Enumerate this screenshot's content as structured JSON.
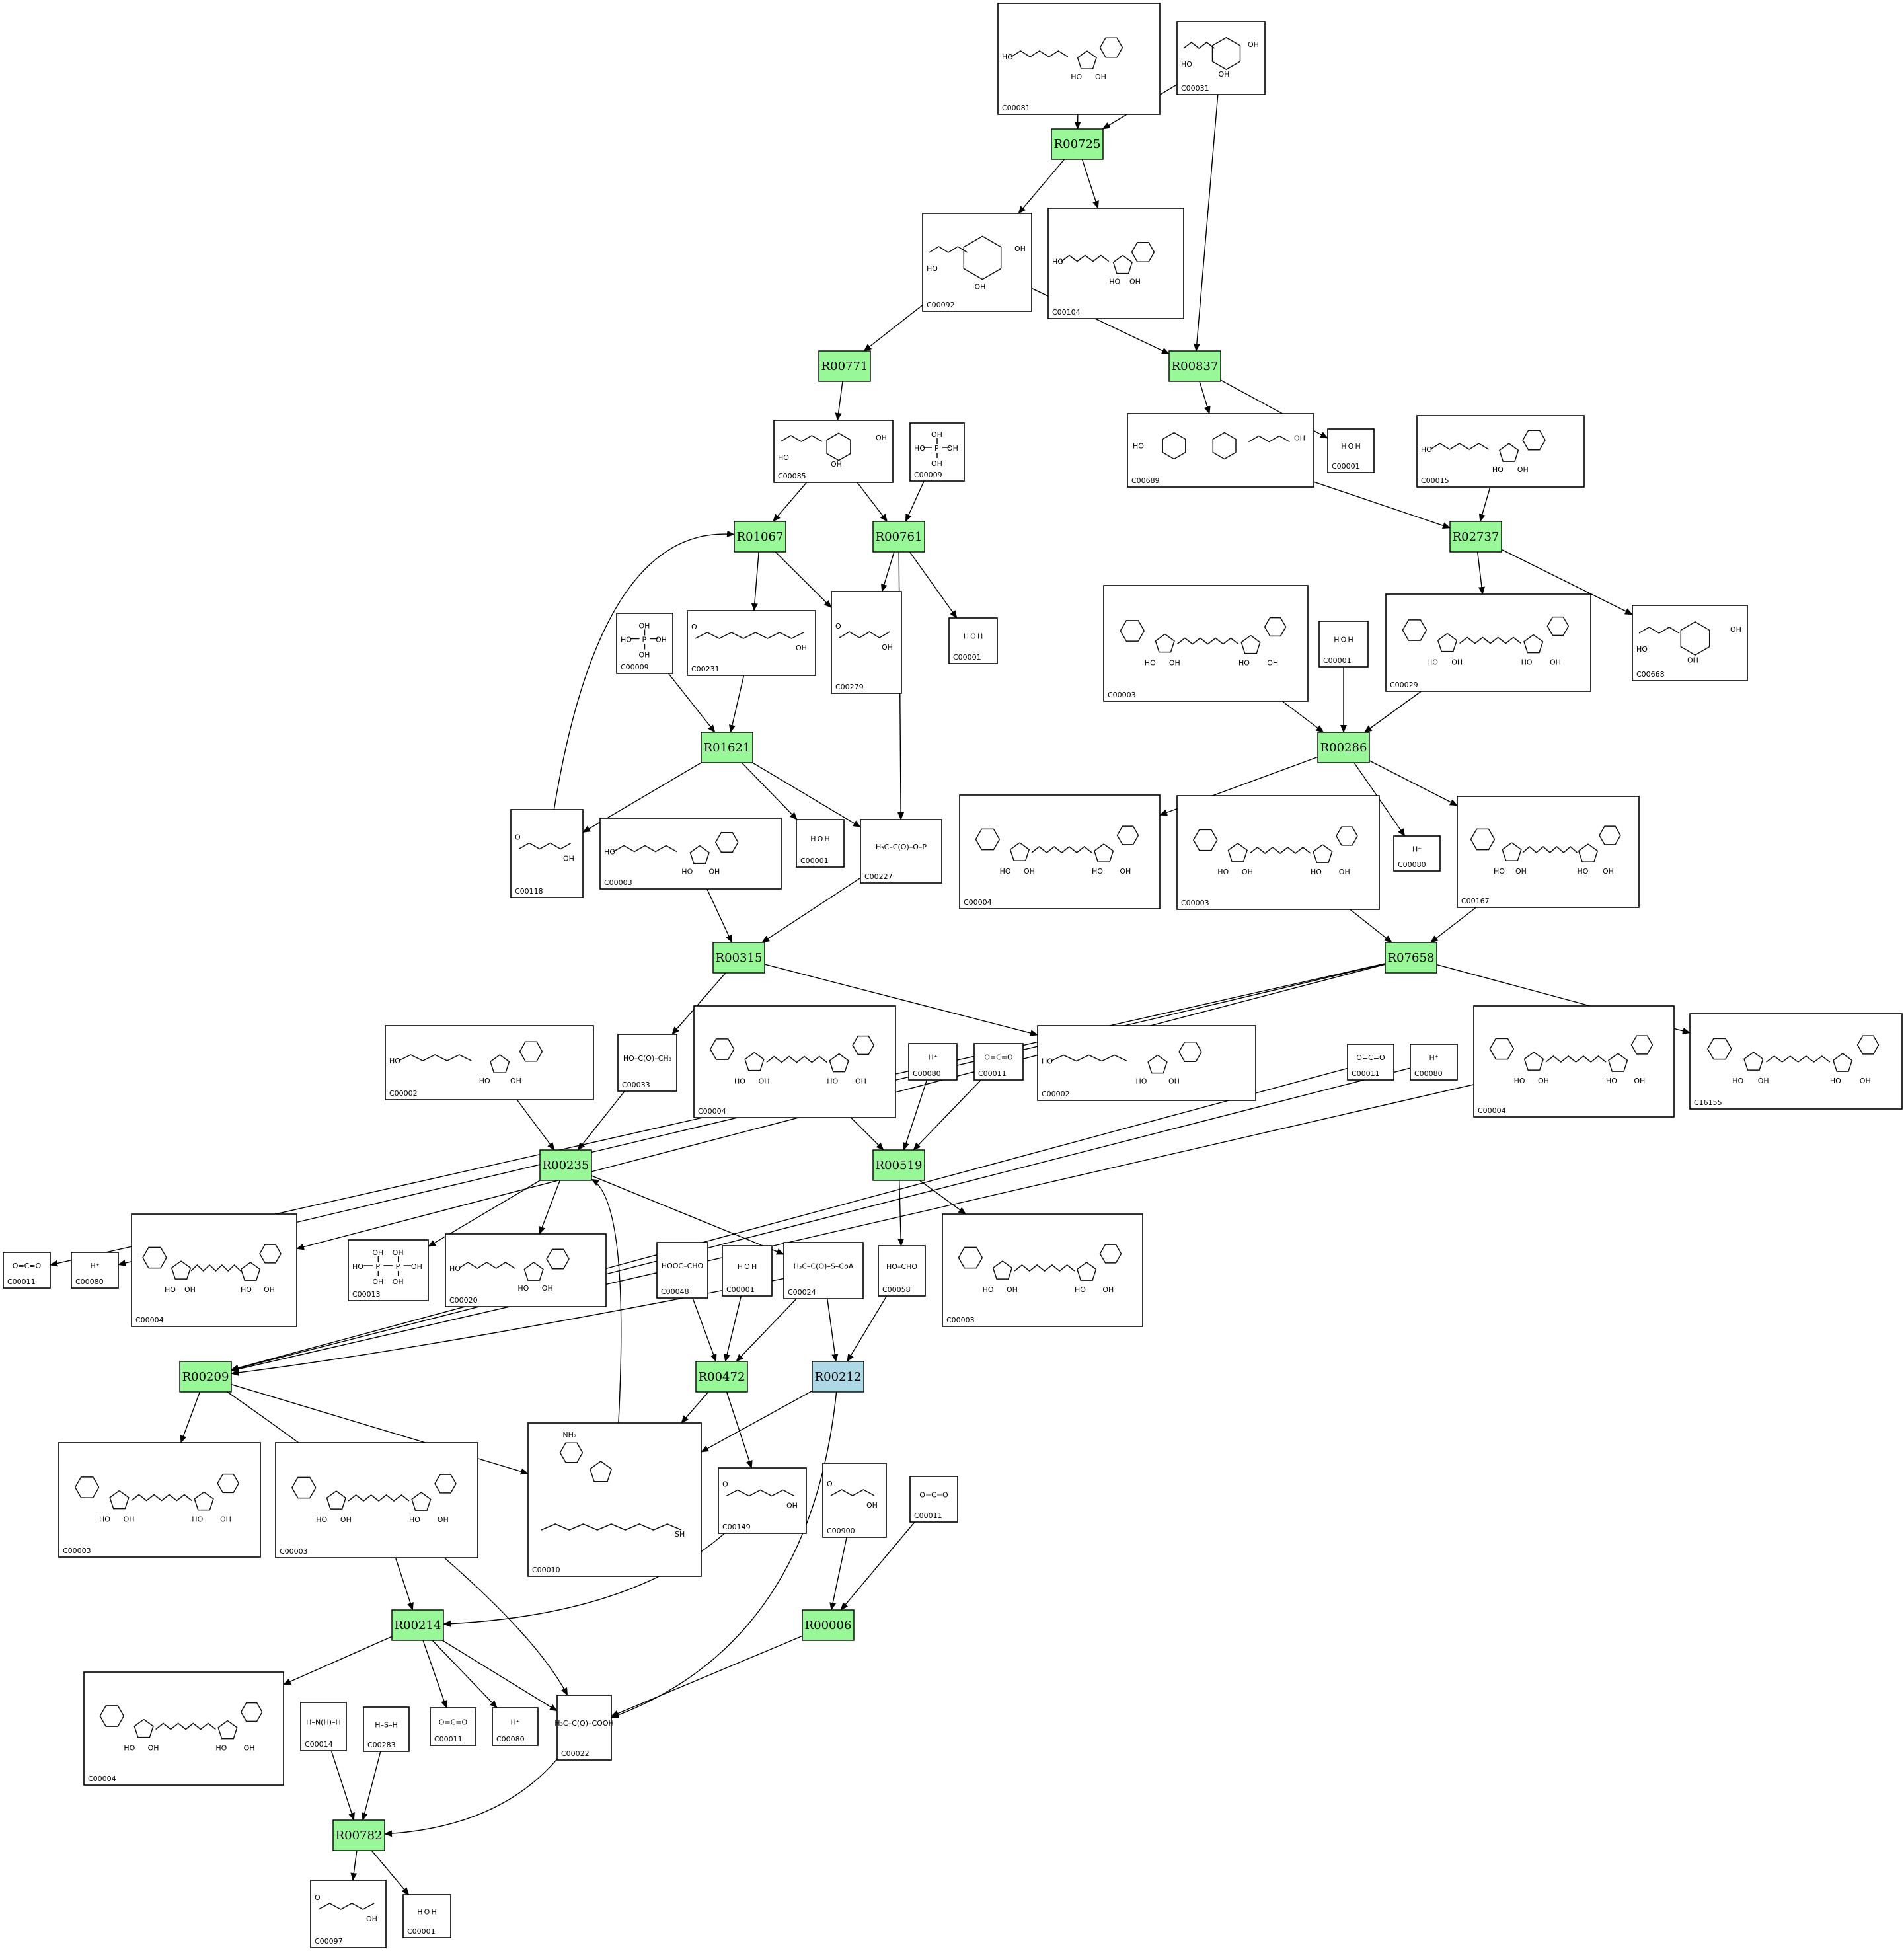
{
  "colors": {
    "reaction_fill": "#98f898",
    "reaction_highlight_fill": "#add8e6",
    "compound_fill": "#ffffff",
    "stroke": "#000000"
  },
  "reactions": [
    {
      "id": "R00725",
      "label": "R00725",
      "highlight": false
    },
    {
      "id": "R00771",
      "label": "R00771",
      "highlight": false
    },
    {
      "id": "R00837",
      "label": "R00837",
      "highlight": false
    },
    {
      "id": "R01067",
      "label": "R01067",
      "highlight": false
    },
    {
      "id": "R00761",
      "label": "R00761",
      "highlight": false
    },
    {
      "id": "R02737",
      "label": "R02737",
      "highlight": false
    },
    {
      "id": "R01621",
      "label": "R01621",
      "highlight": false
    },
    {
      "id": "R00286",
      "label": "R00286",
      "highlight": false
    },
    {
      "id": "R00315",
      "label": "R00315",
      "highlight": false
    },
    {
      "id": "R07658",
      "label": "R07658",
      "highlight": false
    },
    {
      "id": "R00235",
      "label": "R00235",
      "highlight": false
    },
    {
      "id": "R00519",
      "label": "R00519",
      "highlight": false
    },
    {
      "id": "R00209",
      "label": "R00209",
      "highlight": false
    },
    {
      "id": "R00472",
      "label": "R00472",
      "highlight": false
    },
    {
      "id": "R00212",
      "label": "R00212",
      "highlight": true
    },
    {
      "id": "R00214",
      "label": "R00214",
      "highlight": false
    },
    {
      "id": "R00006",
      "label": "R00006",
      "highlight": false
    },
    {
      "id": "R00782",
      "label": "R00782",
      "highlight": false
    }
  ],
  "compounds": [
    {
      "key": "n1",
      "label": "C00081",
      "kind": "nucleotide"
    },
    {
      "key": "n2",
      "label": "C00031",
      "kind": "sugar"
    },
    {
      "key": "n3",
      "label": "C00092",
      "kind": "sugar"
    },
    {
      "key": "n4",
      "label": "C00104",
      "kind": "nucleotide"
    },
    {
      "key": "n5",
      "label": "C00085",
      "kind": "sugar"
    },
    {
      "key": "n6",
      "label": "C00009",
      "kind": "phosphate"
    },
    {
      "key": "n7",
      "label": "C00689",
      "kind": "disaccharide"
    },
    {
      "key": "n8",
      "label": "C00001",
      "kind": "water",
      "formula": "H O H"
    },
    {
      "key": "n9",
      "label": "C00015",
      "kind": "nucleotide"
    },
    {
      "key": "n10",
      "label": "C00009",
      "kind": "phosphate"
    },
    {
      "key": "n11",
      "label": "C00231",
      "kind": "chain"
    },
    {
      "key": "n12",
      "label": "C00279",
      "kind": "chain"
    },
    {
      "key": "n13",
      "label": "C00001",
      "kind": "water",
      "formula": "H O H"
    },
    {
      "key": "n14",
      "label": "C00003",
      "kind": "dinucleotide"
    },
    {
      "key": "n15",
      "label": "C00001",
      "kind": "water",
      "formula": "H O H"
    },
    {
      "key": "n16",
      "label": "C00029",
      "kind": "dinucleotide"
    },
    {
      "key": "n17",
      "label": "C00668",
      "kind": "sugar"
    },
    {
      "key": "n18",
      "label": "C00118",
      "kind": "chain"
    },
    {
      "key": "n19",
      "label": "C00003",
      "kind": "nucleotide"
    },
    {
      "key": "n20",
      "label": "C00001",
      "kind": "water",
      "formula": "H O H"
    },
    {
      "key": "n21",
      "label": "C00227",
      "kind": "small",
      "formula": "H₃C–C(O)–O–P"
    },
    {
      "key": "n22",
      "label": "C00004",
      "kind": "dinucleotide"
    },
    {
      "key": "n23",
      "label": "C00003",
      "kind": "dinucleotide"
    },
    {
      "key": "n24",
      "label": "C00080",
      "kind": "proton",
      "formula": "H⁺"
    },
    {
      "key": "n25",
      "label": "C00167",
      "kind": "dinucleotide"
    },
    {
      "key": "n26",
      "label": "C00002",
      "kind": "nucleotide"
    },
    {
      "key": "n27",
      "label": "C00033",
      "kind": "small",
      "formula": "HO–C(O)–CH₃"
    },
    {
      "key": "n28",
      "label": "C00004",
      "kind": "dinucleotide"
    },
    {
      "key": "n29",
      "label": "C00080",
      "kind": "proton",
      "formula": "H⁺"
    },
    {
      "key": "n30",
      "label": "C00011",
      "kind": "small",
      "formula": "O=C=O"
    },
    {
      "key": "n31",
      "label": "C00002",
      "kind": "nucleotide"
    },
    {
      "key": "n32",
      "label": "C00011",
      "kind": "small",
      "formula": "O=C=O"
    },
    {
      "key": "n33",
      "label": "C00080",
      "kind": "proton",
      "formula": "H⁺"
    },
    {
      "key": "n34",
      "label": "C00004",
      "kind": "dinucleotide"
    },
    {
      "key": "n35",
      "label": "C16155",
      "kind": "dinucleotide"
    },
    {
      "key": "n36",
      "label": "C00011",
      "kind": "small",
      "formula": "O=C=O"
    },
    {
      "key": "n37",
      "label": "C00080",
      "kind": "proton",
      "formula": "H⁺"
    },
    {
      "key": "n38",
      "label": "C00004",
      "kind": "dinucleotide"
    },
    {
      "key": "n39",
      "label": "C00013",
      "kind": "phosphate"
    },
    {
      "key": "n40",
      "label": "C00020",
      "kind": "nucleotide"
    },
    {
      "key": "n41",
      "label": "C00048",
      "kind": "small",
      "formula": "HOOC–CHO"
    },
    {
      "key": "n42",
      "label": "C00001",
      "kind": "water",
      "formula": "H O H"
    },
    {
      "key": "n43",
      "label": "C00024",
      "kind": "small",
      "formula": "H₃C–C(O)–S–CoA"
    },
    {
      "key": "n44",
      "label": "C00058",
      "kind": "small",
      "formula": "HO–CHO"
    },
    {
      "key": "n45",
      "label": "C00003",
      "kind": "dinucleotide"
    },
    {
      "key": "n46",
      "label": "C00003",
      "kind": "dinucleotide"
    },
    {
      "key": "n47",
      "label": "C00003",
      "kind": "dinucleotide"
    },
    {
      "key": "n48",
      "label": "C00010",
      "kind": "coa"
    },
    {
      "key": "n49",
      "label": "C00149",
      "kind": "chain"
    },
    {
      "key": "n50",
      "label": "C00900",
      "kind": "chain"
    },
    {
      "key": "n51",
      "label": "C00011",
      "kind": "small",
      "formula": "O=C=O"
    },
    {
      "key": "n52",
      "label": "C00004",
      "kind": "dinucleotide"
    },
    {
      "key": "n53",
      "label": "C00014",
      "kind": "small",
      "formula": "H–N(H)–H"
    },
    {
      "key": "n54",
      "label": "C00283",
      "kind": "small",
      "formula": "H–S–H"
    },
    {
      "key": "n55",
      "label": "C00011",
      "kind": "small",
      "formula": "O=C=O"
    },
    {
      "key": "n56",
      "label": "C00080",
      "kind": "proton",
      "formula": "H⁺"
    },
    {
      "key": "n57",
      "label": "C00022",
      "kind": "small",
      "formula": "H₃C–C(O)–COOH"
    },
    {
      "key": "n58",
      "label": "C00097",
      "kind": "chain"
    },
    {
      "key": "n59",
      "label": "C00001",
      "kind": "water",
      "formula": "H O H"
    },
    {
      "key": "n60",
      "label": "C00011",
      "kind": "small",
      "formula": "O=C=O"
    },
    {
      "key": "n61",
      "label": "C00080",
      "kind": "proton",
      "formula": "H⁺"
    },
    {
      "key": "n62",
      "label": "C00004",
      "kind": "dinucleotide"
    }
  ],
  "edges": [
    [
      "n1",
      "R00725"
    ],
    [
      "n2",
      "R00725"
    ],
    [
      "n2",
      "R00837"
    ],
    [
      "R00725",
      "n3"
    ],
    [
      "R00725",
      "n4"
    ],
    [
      "n3",
      "R00771"
    ],
    [
      "n3",
      "R00837"
    ],
    [
      "R00837",
      "n7"
    ],
    [
      "R00837",
      "n8"
    ],
    [
      "R00771",
      "n5"
    ],
    [
      "n5",
      "R01067"
    ],
    [
      "n5",
      "R00761"
    ],
    [
      "n6",
      "R00761"
    ],
    [
      "n7",
      "R02737"
    ],
    [
      "n9",
      "R02737"
    ],
    [
      "R02737",
      "n16"
    ],
    [
      "R02737",
      "n17"
    ],
    [
      "R01067",
      "n11"
    ],
    [
      "R01067",
      "n12"
    ],
    [
      "R00761",
      "n12"
    ],
    [
      "R00761",
      "n13"
    ],
    [
      "R00761",
      "n21"
    ],
    [
      "n10",
      "R01621"
    ],
    [
      "n11",
      "R01621"
    ],
    [
      "R01621",
      "n18"
    ],
    [
      "R01621",
      "n20"
    ],
    [
      "R01621",
      "n21"
    ],
    [
      "n18",
      "R01067"
    ],
    [
      "n14",
      "R00286"
    ],
    [
      "n15",
      "R00286"
    ],
    [
      "n16",
      "R00286"
    ],
    [
      "R00286",
      "n22"
    ],
    [
      "R00286",
      "n24"
    ],
    [
      "R00286",
      "n25"
    ],
    [
      "n23",
      "R07658"
    ],
    [
      "n25",
      "R07658"
    ],
    [
      "R07658",
      "n36"
    ],
    [
      "R07658",
      "n37"
    ],
    [
      "R07658",
      "n38"
    ],
    [
      "R07658",
      "n35"
    ],
    [
      "n19",
      "R00315"
    ],
    [
      "n21",
      "R00315"
    ],
    [
      "R00315",
      "n27"
    ],
    [
      "R00315",
      "n31"
    ],
    [
      "n26",
      "R00235"
    ],
    [
      "n27",
      "R00235"
    ],
    [
      "n48",
      "R00235"
    ],
    [
      "R00235",
      "n39"
    ],
    [
      "R00235",
      "n40"
    ],
    [
      "R00235",
      "n43"
    ],
    [
      "n28",
      "R00519"
    ],
    [
      "n29",
      "R00519"
    ],
    [
      "n30",
      "R00519"
    ],
    [
      "R00519",
      "n44"
    ],
    [
      "R00519",
      "n45"
    ],
    [
      "n32",
      "R00209"
    ],
    [
      "n33",
      "R00209"
    ],
    [
      "n34",
      "R00209"
    ],
    [
      "n43",
      "R00209"
    ],
    [
      "R00209",
      "n46"
    ],
    [
      "R00209",
      "n48"
    ],
    [
      "R00209",
      "n57"
    ],
    [
      "n41",
      "R00472"
    ],
    [
      "n42",
      "R00472"
    ],
    [
      "n43",
      "R00472"
    ],
    [
      "R00472",
      "n48"
    ],
    [
      "R00472",
      "n49"
    ],
    [
      "n43",
      "R00212"
    ],
    [
      "n44",
      "R00212"
    ],
    [
      "R00212",
      "n48"
    ],
    [
      "R00212",
      "n57"
    ],
    [
      "n47",
      "R00214"
    ],
    [
      "n49",
      "R00214"
    ],
    [
      "R00214",
      "n52"
    ],
    [
      "R00214",
      "n55"
    ],
    [
      "R00214",
      "n56"
    ],
    [
      "R00214",
      "n57"
    ],
    [
      "n50",
      "R00006"
    ],
    [
      "n51",
      "R00006"
    ],
    [
      "R00006",
      "n57"
    ],
    [
      "n53",
      "R00782"
    ],
    [
      "n54",
      "R00782"
    ],
    [
      "n57",
      "R00782"
    ],
    [
      "R00782",
      "n58"
    ],
    [
      "R00782",
      "n59"
    ]
  ]
}
